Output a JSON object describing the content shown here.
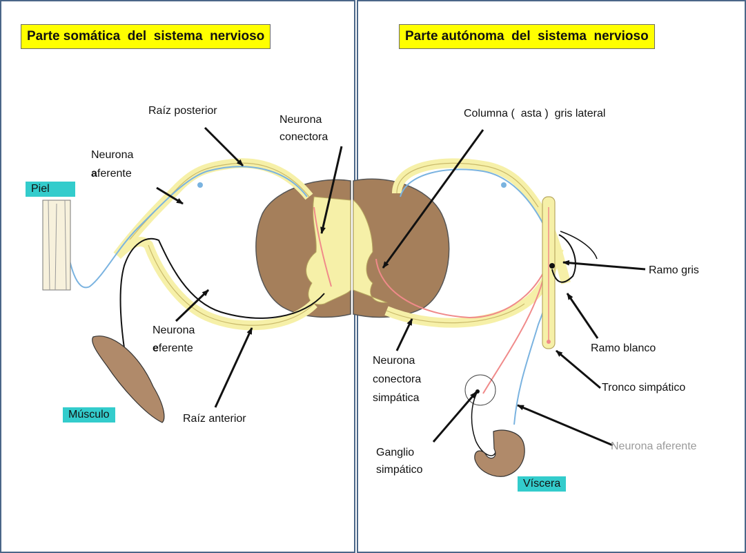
{
  "left_panel": {
    "title": "Parte somática  del  sistema  nervioso",
    "labels": {
      "raiz_posterior": "Raíz posterior",
      "neurona_conectora_1": "Neurona",
      "neurona_conectora_2": "conectora",
      "neurona_aferente_1": "Neurona",
      "neurona_aferente_bold": "a",
      "neurona_aferente_rest": "ferente",
      "neurona_eferente_1": "Neurona",
      "neurona_eferente_bold": "e",
      "neurona_eferente_rest": "ferente",
      "raiz_anterior": "Raíz anterior"
    },
    "boxes": {
      "piel": "Piel",
      "musculo": "Músculo"
    }
  },
  "right_panel": {
    "title": "Parte autónoma  del  sistema  nervioso",
    "labels": {
      "columna": "Columna (  asta )  gris lateral",
      "ramo_gris": "Ramo gris",
      "ramo_blanco": "Ramo blanco",
      "tronco": "Tronco simpático",
      "conectora_1": "Neurona",
      "conectora_2": "conectora",
      "conectora_3": "simpática",
      "ganglio_1": "Ganglio",
      "ganglio_2": "simpático",
      "neurona_aferente": "Neurona aferente"
    },
    "boxes": {
      "viscera": "Víscera"
    }
  },
  "colors": {
    "title_bg": "#ffff00",
    "label_box": "#33cccc",
    "cord": "#a57f5b",
    "nerve": "#f6f0a8",
    "afferent": "#7ab3e0",
    "efferent_red": "#f08a8a",
    "panel_border": "#4a6688"
  }
}
